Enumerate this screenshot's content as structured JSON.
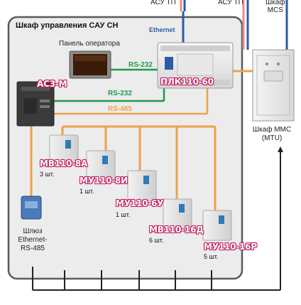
{
  "cabinet": {
    "title": "Шкаф управления САУ СН"
  },
  "top_labels": {
    "asu_tp_1": "АСУ ТП",
    "asu_tp_2": "АСУ ТП",
    "mcs_line1": "Шкаф",
    "mcs_line2": "MCS"
  },
  "links": {
    "ethernet": "Ethernet",
    "rs232_top": "RS-232",
    "rs232_mid": "RS-232",
    "rs485": "RS-485"
  },
  "devices": {
    "operator_panel": {
      "label": "Панель оператора"
    },
    "plc": {
      "label": "ПЛК110-60"
    },
    "ac3m": {
      "label": "АС3-М"
    },
    "mv110_8a": {
      "label": "МВ110-8А",
      "count": "3 шт."
    },
    "mu110_8i": {
      "label": "МУ110-8И",
      "count": "1 шт."
    },
    "mu110_6u": {
      "label": "МУ110-6У",
      "count": "1 шт."
    },
    "mv110_16d": {
      "label": "МВ110-16Д",
      "count": "6 шт."
    },
    "mu110_16r": {
      "label": "МУ110-16Р",
      "count": "5 шт."
    },
    "gateway": {
      "line1": "Шлюз",
      "line2": "Ethernet-",
      "line3": "RS-485"
    }
  },
  "mms_cabinet": {
    "line1": "Шкаф ММС",
    "line2": "(MTU)"
  },
  "colors": {
    "ethernet": "#2e5aa8",
    "rs232": "#1f9a4a",
    "rs485": "#f0a04b",
    "asu_line": "#f08a8a",
    "cabinet_bg": "#ececec",
    "tag_outline": "#c2185b"
  }
}
